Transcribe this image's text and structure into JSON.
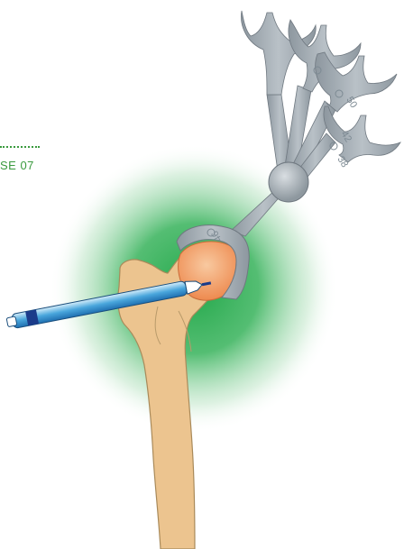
{
  "step": {
    "label": "SE 07"
  },
  "sizers": [
    {
      "number": "46"
    },
    {
      "number": "38"
    },
    {
      "number": "42"
    },
    {
      "number": "50"
    }
  ]
}
